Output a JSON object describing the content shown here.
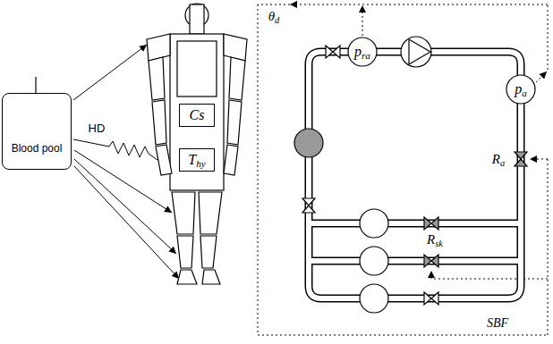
{
  "diagram": {
    "nodes": [
      {
        "text": [
          "Blood pool"
        ]
      },
      {
        "text": [
          "Cs"
        ]
      },
      {
        "text": [
          "Thy"
        ]
      },
      {
        "text": [
          "pra"
        ]
      },
      {
        "text": [
          "pa"
        ]
      }
    ],
    "labels": [
      "θd",
      "HD",
      "Ra",
      "Rsk",
      "SBF"
    ]
  }
}
